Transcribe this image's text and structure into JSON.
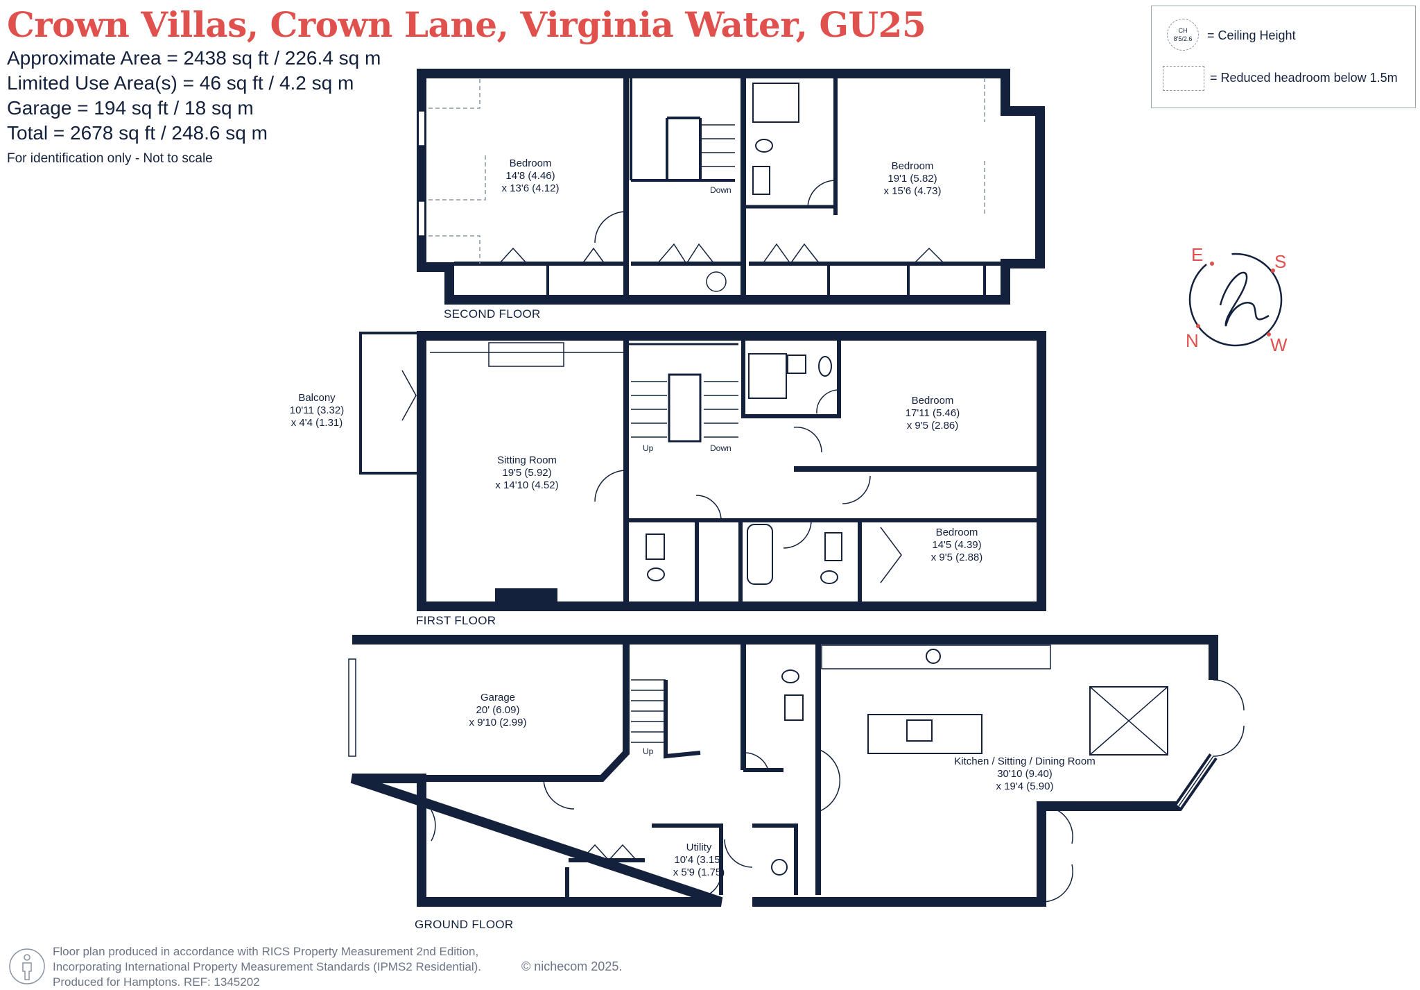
{
  "header": {
    "title": "Crown Villas, Crown Lane, Virginia Water, GU25",
    "areas": [
      "Approximate Area = 2438 sq ft / 226.4 sq m",
      "Limited Use Area(s) = 46 sq ft / 4.2 sq m",
      "Garage = 194 sq ft / 18 sq m",
      "Total = 2678 sq ft / 248.6 sq m"
    ],
    "note": "For identification only - Not to scale"
  },
  "legend": {
    "ch_symbol_top": "CH",
    "ch_symbol_bottom": "8'5/2.6",
    "ceiling_height": "= Ceiling Height",
    "reduced_headroom": "= Reduced headroom below 1.5m"
  },
  "compass": {
    "north": "N",
    "east": "E",
    "south": "S",
    "west": "W",
    "accent_color": "#e0514e",
    "stroke_color": "#14213d"
  },
  "floors": {
    "second": "SECOND FLOOR",
    "first": "FIRST FLOOR",
    "ground": "GROUND FLOOR"
  },
  "rooms": {
    "sf_bedroom1": [
      "Bedroom",
      "14'8 (4.46)",
      "x 13'6 (4.12)"
    ],
    "sf_bedroom2": [
      "Bedroom",
      "19'1 (5.82)",
      "x 15'6 (4.73)"
    ],
    "balcony": [
      "Balcony",
      "10'11 (3.32)",
      "x 4'4 (1.31)"
    ],
    "sitting": [
      "Sitting Room",
      "19'5 (5.92)",
      "x 14'10 (4.52)"
    ],
    "ff_bedroom1": [
      "Bedroom",
      "17'11 (5.46)",
      "x 9'5 (2.86)"
    ],
    "ff_bedroom2": [
      "Bedroom",
      "14'5 (4.39)",
      "x 9'5 (2.88)"
    ],
    "garage": [
      "Garage",
      "20' (6.09)",
      "x 9'10 (2.99)"
    ],
    "kitchen": [
      "Kitchen / Sitting / Dining Room",
      "30'10 (9.40)",
      "x 19'4 (5.90)"
    ],
    "utility": [
      "Utility",
      "10'4 (3.15)",
      "x 5'9 (1.75)"
    ]
  },
  "stair_labels": {
    "sf_down": "Down",
    "ff_up": "Up",
    "ff_down": "Down",
    "gf_up": "Up"
  },
  "footer": {
    "line1": "Floor plan produced in accordance with RICS Property Measurement 2nd Edition,",
    "line2": "Incorporating International Property Measurement Standards (IPMS2 Residential).",
    "line3": "Produced for Hamptons.   REF:   1345202",
    "copyright": "© nichecom 2025."
  },
  "colors": {
    "title": "#e0514e",
    "wall": "#14213d",
    "text": "#14213d",
    "muted": "#6d7587"
  }
}
